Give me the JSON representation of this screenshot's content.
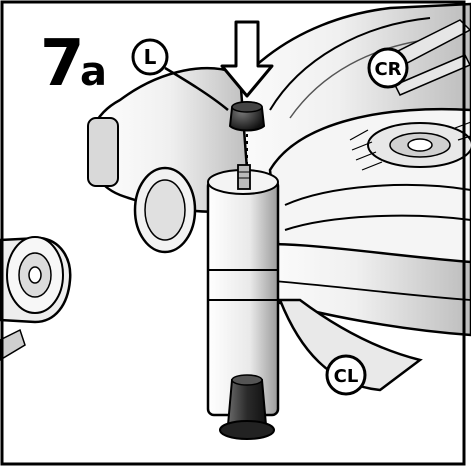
{
  "step": {
    "number": "7",
    "letter": "a"
  },
  "callouts": {
    "cap": "L",
    "upper_part": "CR",
    "lower_part": "CL"
  },
  "colors": {
    "outline": "#000000",
    "fill_light": "#ffffff",
    "fill_shade": "#e4e4e4",
    "fill_mid": "#cfcfcf",
    "fill_dark": "#3a3a3a",
    "frame": "#000000"
  }
}
